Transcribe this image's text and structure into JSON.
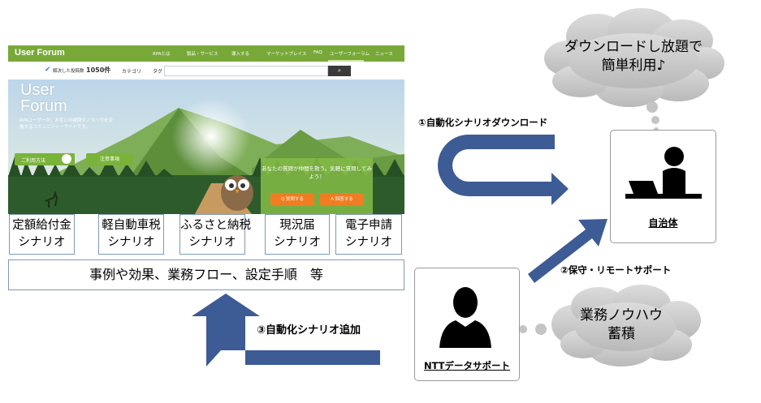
{
  "website": {
    "logo": "User Forum",
    "nav_items": [
      "RPAとは",
      "製品・サービス",
      "導入する",
      "マーケットプレイス",
      "FAQ",
      "ユーザーフォーラム",
      "ニュース"
    ],
    "resolved_label": "解決した投稿数",
    "resolved_count": "1050件",
    "category_label": "カテゴリ",
    "tag_label": "タグ",
    "hero_title": "User\nForum",
    "hero_subtitle": "RPAユーザーが、お互いの疑問やノウハウを交換するコミュニティーサイトです。",
    "usage_button": "ご利用方法",
    "notes_button": "注意事項",
    "qa_text": "あなたの質問が仲間を救う。気軽に質問してみよう！",
    "question_button": "Q 質問する",
    "answer_button": "A 回答する"
  },
  "scenarios": [
    {
      "line1": "定額給付金",
      "line2": "シナリオ"
    },
    {
      "line1": "軽自動車税",
      "line2": "シナリオ"
    },
    {
      "line1": "ふるさと納税",
      "line2": "シナリオ"
    },
    {
      "line1": "現況届",
      "line2": "シナリオ"
    },
    {
      "line1": "電子申請",
      "line2": "シナリオ"
    }
  ],
  "examples_text": "事例や効果、業務フロー、設定手順　等",
  "labels": {
    "download": "①自動化シナリオダウンロード",
    "support": "②保守・リモートサポート",
    "add": "③自動化シナリオ追加"
  },
  "actors": {
    "government": "自治体",
    "ntt": "NTTデータサポート"
  },
  "clouds": {
    "top_line1": "ダウンロードし放題で",
    "top_line2": "簡単利用♪",
    "bottom_line1": "業務ノウハウ",
    "bottom_line2": "蓄積"
  },
  "colors": {
    "arrow": "#3d5b94",
    "cloud": "#c8c8c8",
    "site_green": "#78a938",
    "orange": "#f07d22"
  }
}
